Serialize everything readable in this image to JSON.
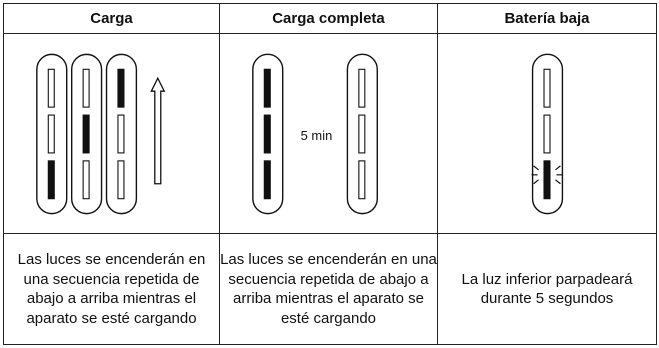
{
  "columns": [
    {
      "header": "Carga",
      "description": "Las luces se encenderán en una secuencia repetida de abajo a arriba mientras el aparato se esté cargando",
      "indicators": [
        {
          "segments": [
            "empty",
            "empty",
            "full"
          ]
        },
        {
          "segments": [
            "empty",
            "full",
            "empty"
          ]
        },
        {
          "segments": [
            "full",
            "empty",
            "empty"
          ]
        }
      ],
      "icon": "up-arrow-icon"
    },
    {
      "header": "Carga completa",
      "description": "Las luces se encenderán en una secuencia repetida de abajo a arriba mientras el aparato se esté cargando",
      "time_label": "5 min",
      "indicators": [
        {
          "segments": [
            "full",
            "full",
            "full"
          ]
        },
        {
          "segments": [
            "empty",
            "empty",
            "empty"
          ]
        }
      ]
    },
    {
      "header": "Batería baja",
      "description": "La luz inferior parpadeará durante 5 segundos",
      "indicators": [
        {
          "segments": [
            "empty",
            "empty",
            "blinking"
          ]
        }
      ],
      "icon": "blink-icon"
    }
  ]
}
